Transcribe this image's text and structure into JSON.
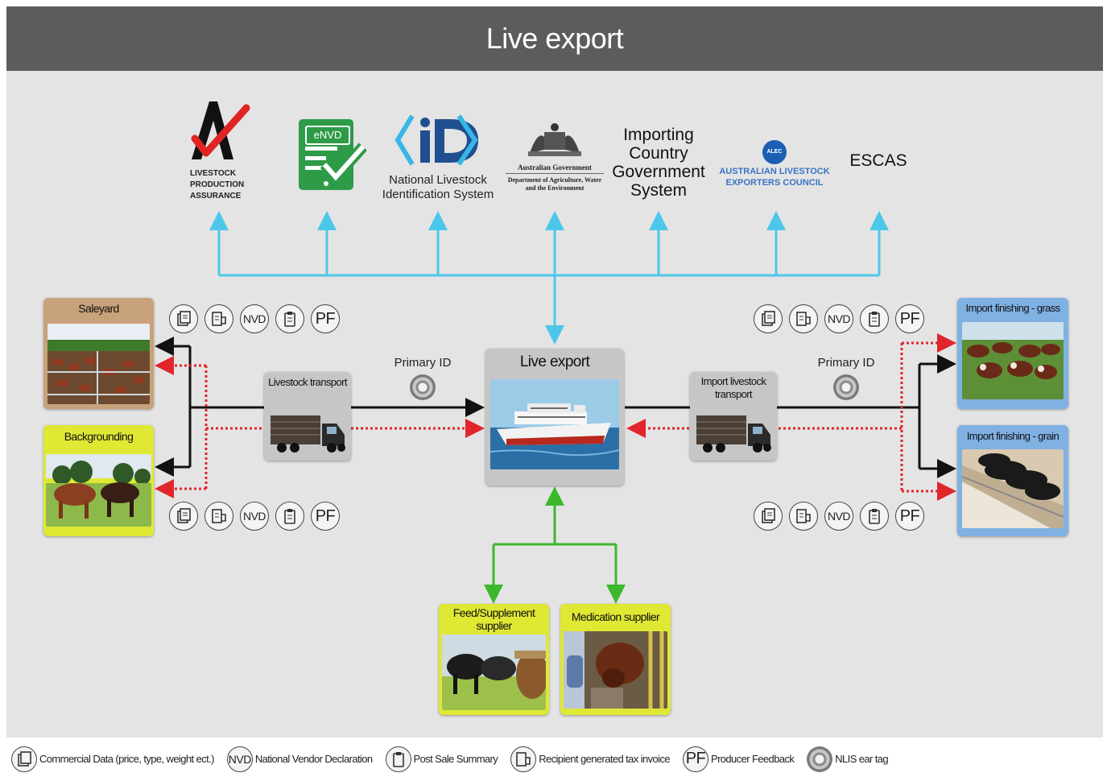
{
  "header": {
    "title": "Live export"
  },
  "orgs": {
    "lpa": {
      "text": "LIVESTOCK PRODUCTION ASSURANCE"
    },
    "envd": {
      "text": "eNVD"
    },
    "nlis": {
      "text": "National Livestock Identification System"
    },
    "dept": {
      "line1": "Australian Government",
      "line2": "Department of Agriculture, Water and the Environment"
    },
    "importing": {
      "text": "Importing Country Government System"
    },
    "alec": {
      "badge": "ALEC",
      "text": "AUSTRALIAN LIVESTOCK EXPORTERS COUNCIL"
    },
    "escas": {
      "text": "ESCAS"
    }
  },
  "nodes": {
    "saleyard": "Saleyard",
    "backgrounding": "Backgrounding",
    "livestock_transport": "Livestock transport",
    "live_export": "Live export",
    "import_transport": "Import livestock transport",
    "finishing_grass": "Import finishing - grass",
    "finishing_grain": "Import finishing - grain",
    "feed_supplier": "Feed/Supplement supplier",
    "medication_supplier": "Medication supplier"
  },
  "primary_id": {
    "left": "Primary ID",
    "right": "Primary ID"
  },
  "icon_labels": {
    "nvd": "NVD",
    "pf": "PF"
  },
  "legend": {
    "commercial": "Commercial Data (price, type, weight ect.)",
    "nvd_code": "NVD",
    "nvd": "National Vendor Declaration",
    "pss": "Post Sale Summary",
    "rgti": "Recipient generated tax invoice",
    "pf_code": "PF",
    "pf": "Producer Feedback",
    "nlis": "NLIS ear tag"
  },
  "colors": {
    "header_bg": "#5c5c5c",
    "bg": "#e4e4e4",
    "blue_line": "#4cc7ea",
    "green_line": "#3db82d",
    "black_line": "#111111",
    "red_dotted": "#e0262b",
    "saleyard": "#c8a27a",
    "yellow": "#dfe833",
    "finishing": "#7fb1e3",
    "grey_node": "#c6c6c6"
  }
}
